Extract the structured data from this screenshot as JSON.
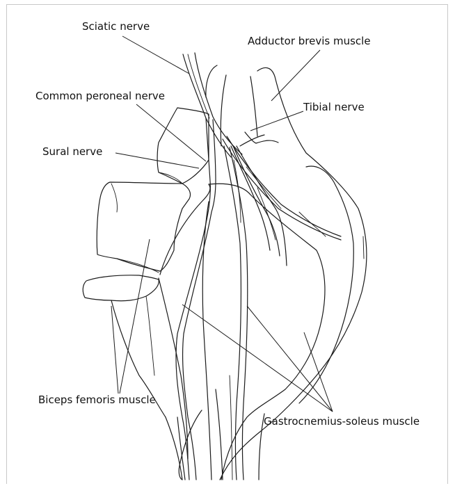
{
  "labels": {
    "sciatic_nerve": "Sciatic nerve",
    "adductor_brevis_muscle": "Adductor brevis muscle",
    "common_peroneal_nerve": "Common peroneal nerve",
    "tibial_nerve": "Tibial nerve",
    "sural_nerve": "Sural nerve",
    "biceps_femoris_muscle": "Biceps femoris muscle",
    "gastrocnemius_soleus_muscle": "Gastrocnemius-soleus muscle"
  },
  "colors": {
    "ink": "#1a1a1a",
    "background": "#ffffff",
    "frame": "#c8c8c8"
  }
}
